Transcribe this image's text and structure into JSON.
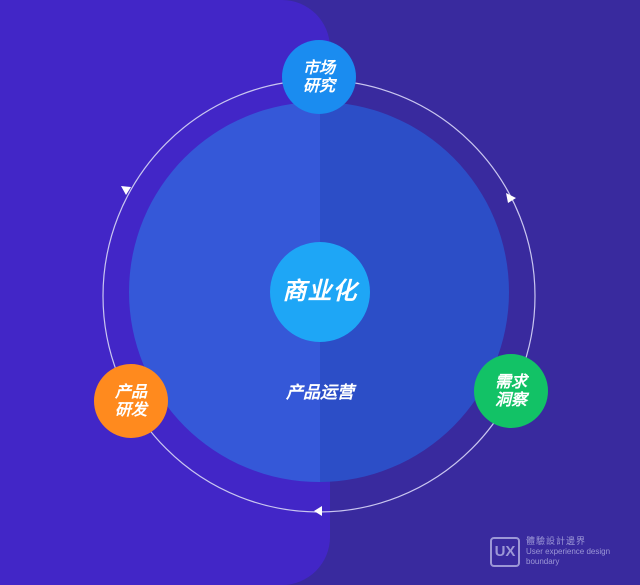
{
  "diagram": {
    "center": {
      "label": "商业化"
    },
    "inner_circle": {
      "label": "产品运营"
    },
    "cycle_nodes": [
      {
        "label": "市场\n研究",
        "color": "#1a8cf0"
      },
      {
        "label": "需求\n洞察",
        "color": "#12c266"
      },
      {
        "label": "产品\n研发",
        "color": "#ff8a1e"
      }
    ],
    "colors": {
      "background_left": "#4226c7",
      "background_right": "#392a9e",
      "inner_circle": "#2f5ad8",
      "center": "#1ea6f6",
      "ring": "#c9c6f0"
    }
  },
  "logo": {
    "mark": "UX",
    "name_cn": "體驗設計邊界",
    "name_en_line1": "User experience design",
    "name_en_line2": "boundary"
  }
}
